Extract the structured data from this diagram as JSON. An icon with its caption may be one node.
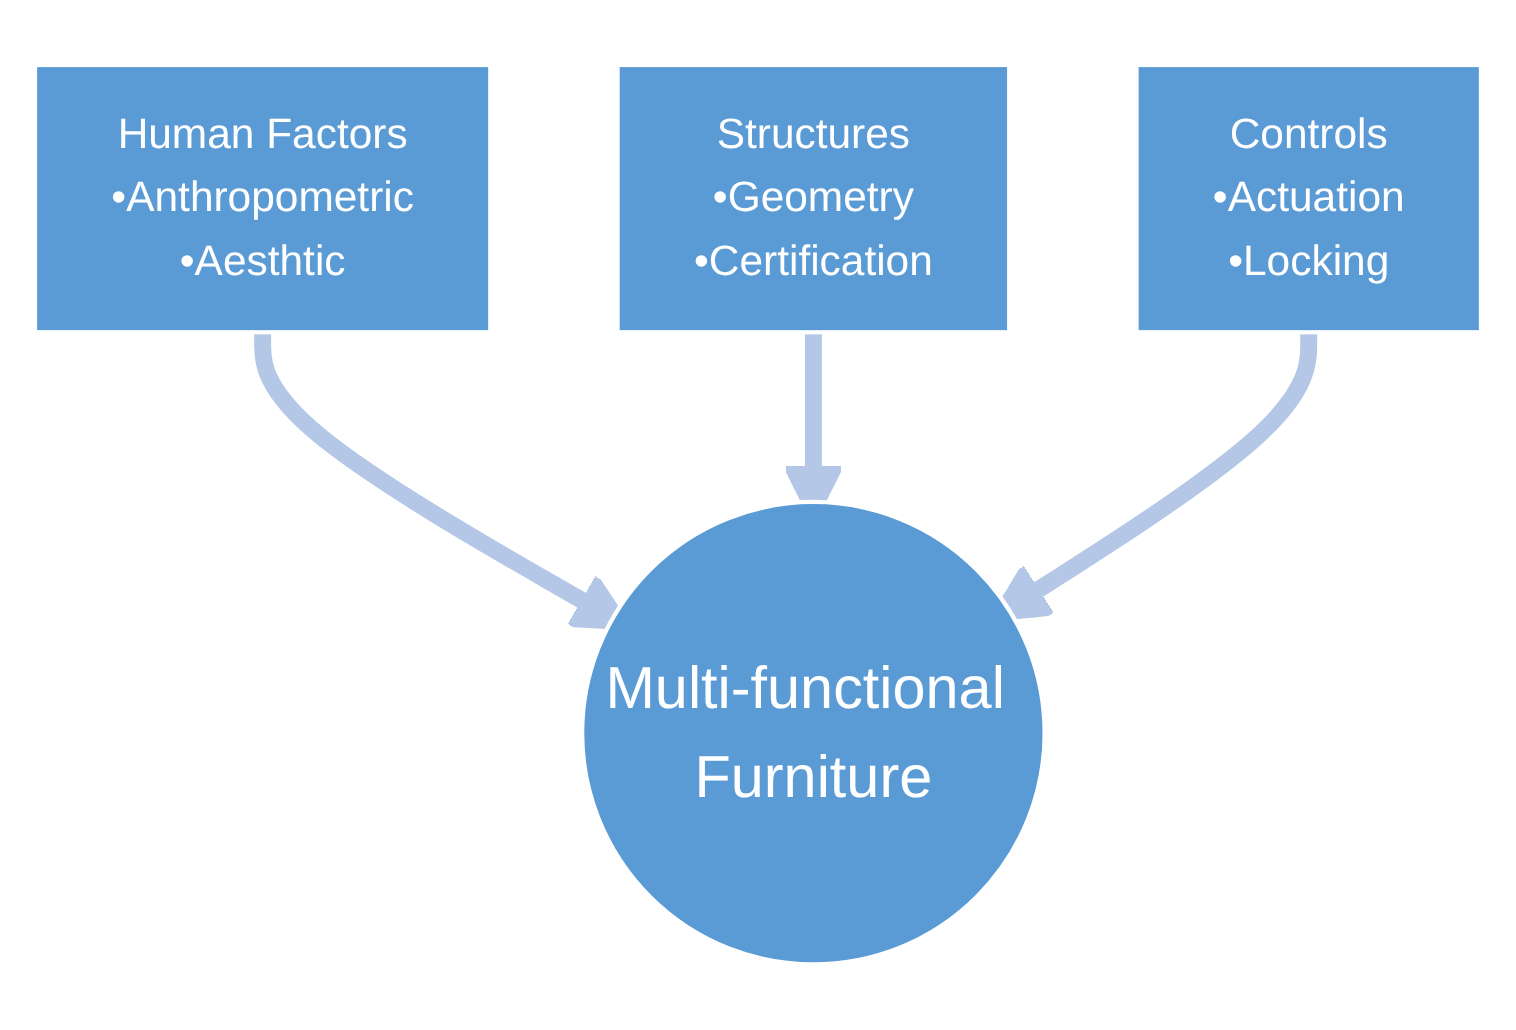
{
  "diagram": {
    "nodes": [
      {
        "text": [
          "Human Factors",
          "•Anthropometric",
          "•Aesthtic"
        ]
      },
      {
        "text": [
          "Structures",
          "•Geometry",
          "•Certification"
        ]
      },
      {
        "text": [
          "Controls",
          "•Actuation",
          "•Locking"
        ]
      },
      {
        "text": [
          "Multi-functional Furniture"
        ]
      }
    ],
    "edges": [
      {
        "from": 0,
        "to": 3,
        "arrow": "to"
      },
      {
        "from": 1,
        "to": 3,
        "arrow": "to"
      },
      {
        "from": 2,
        "to": 3,
        "arrow": "to"
      }
    ]
  }
}
